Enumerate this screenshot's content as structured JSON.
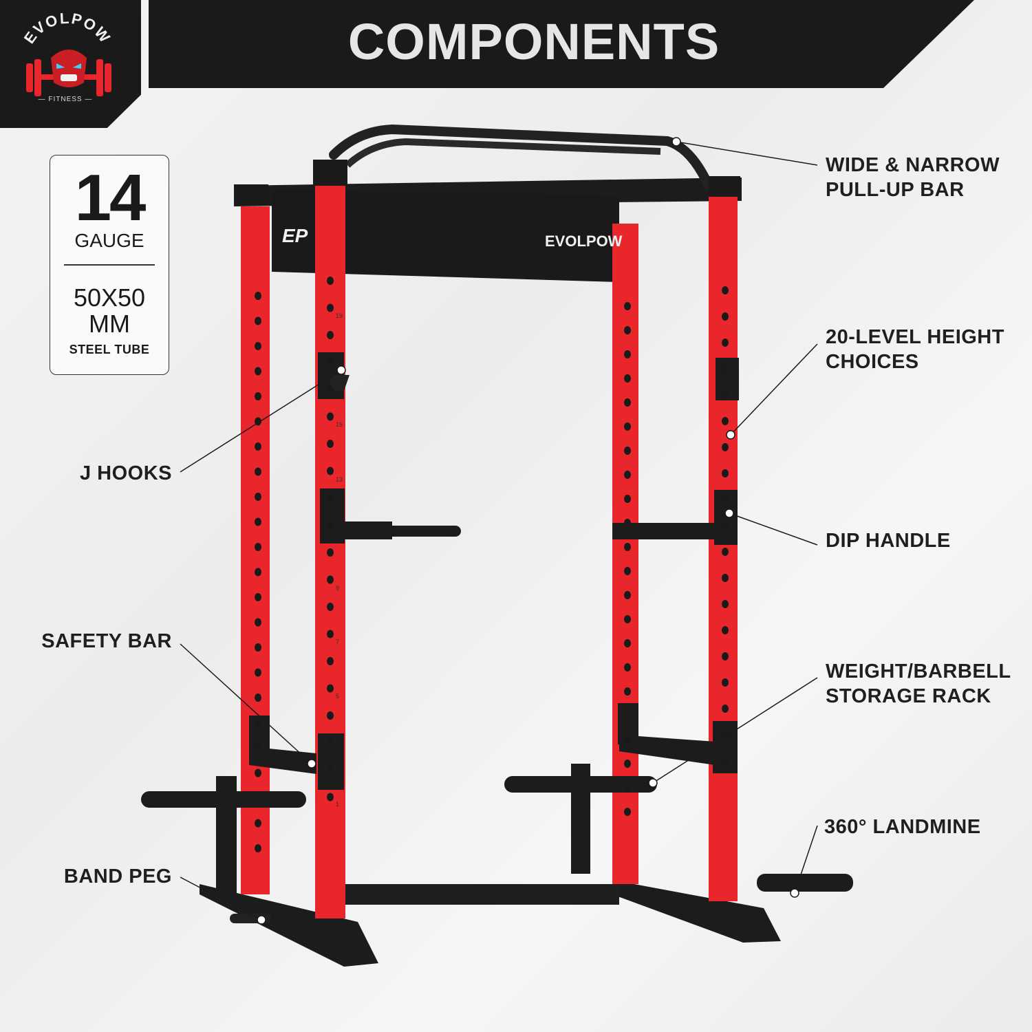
{
  "brand": {
    "name": "EVOLPOW",
    "tagline": "FITNESS",
    "monogram": "EP",
    "colors": {
      "accent": "#e8262b",
      "dark": "#1a1a1a"
    }
  },
  "header": {
    "title": "COMPONENTS"
  },
  "spec": {
    "gauge_number": "14",
    "gauge_label": "GAUGE",
    "tube_dimension": "50X50\nMM",
    "tube_label": "STEEL TUBE"
  },
  "callouts": {
    "pullup": "WIDE & NARROW\nPULL-UP BAR",
    "height": "20-LEVEL HEIGHT\nCHOICES",
    "jhooks": "J HOOKS",
    "dip": "DIP HANDLE",
    "safety": "SAFETY BAR",
    "storage": "WEIGHT/BARBELL\nSTORAGE RACK",
    "landmine": "360° LANDMINE",
    "bandpeg": "BAND PEG"
  },
  "hole_numbers": [
    "19",
    "15",
    "13",
    "9",
    "7",
    "5",
    "1"
  ]
}
